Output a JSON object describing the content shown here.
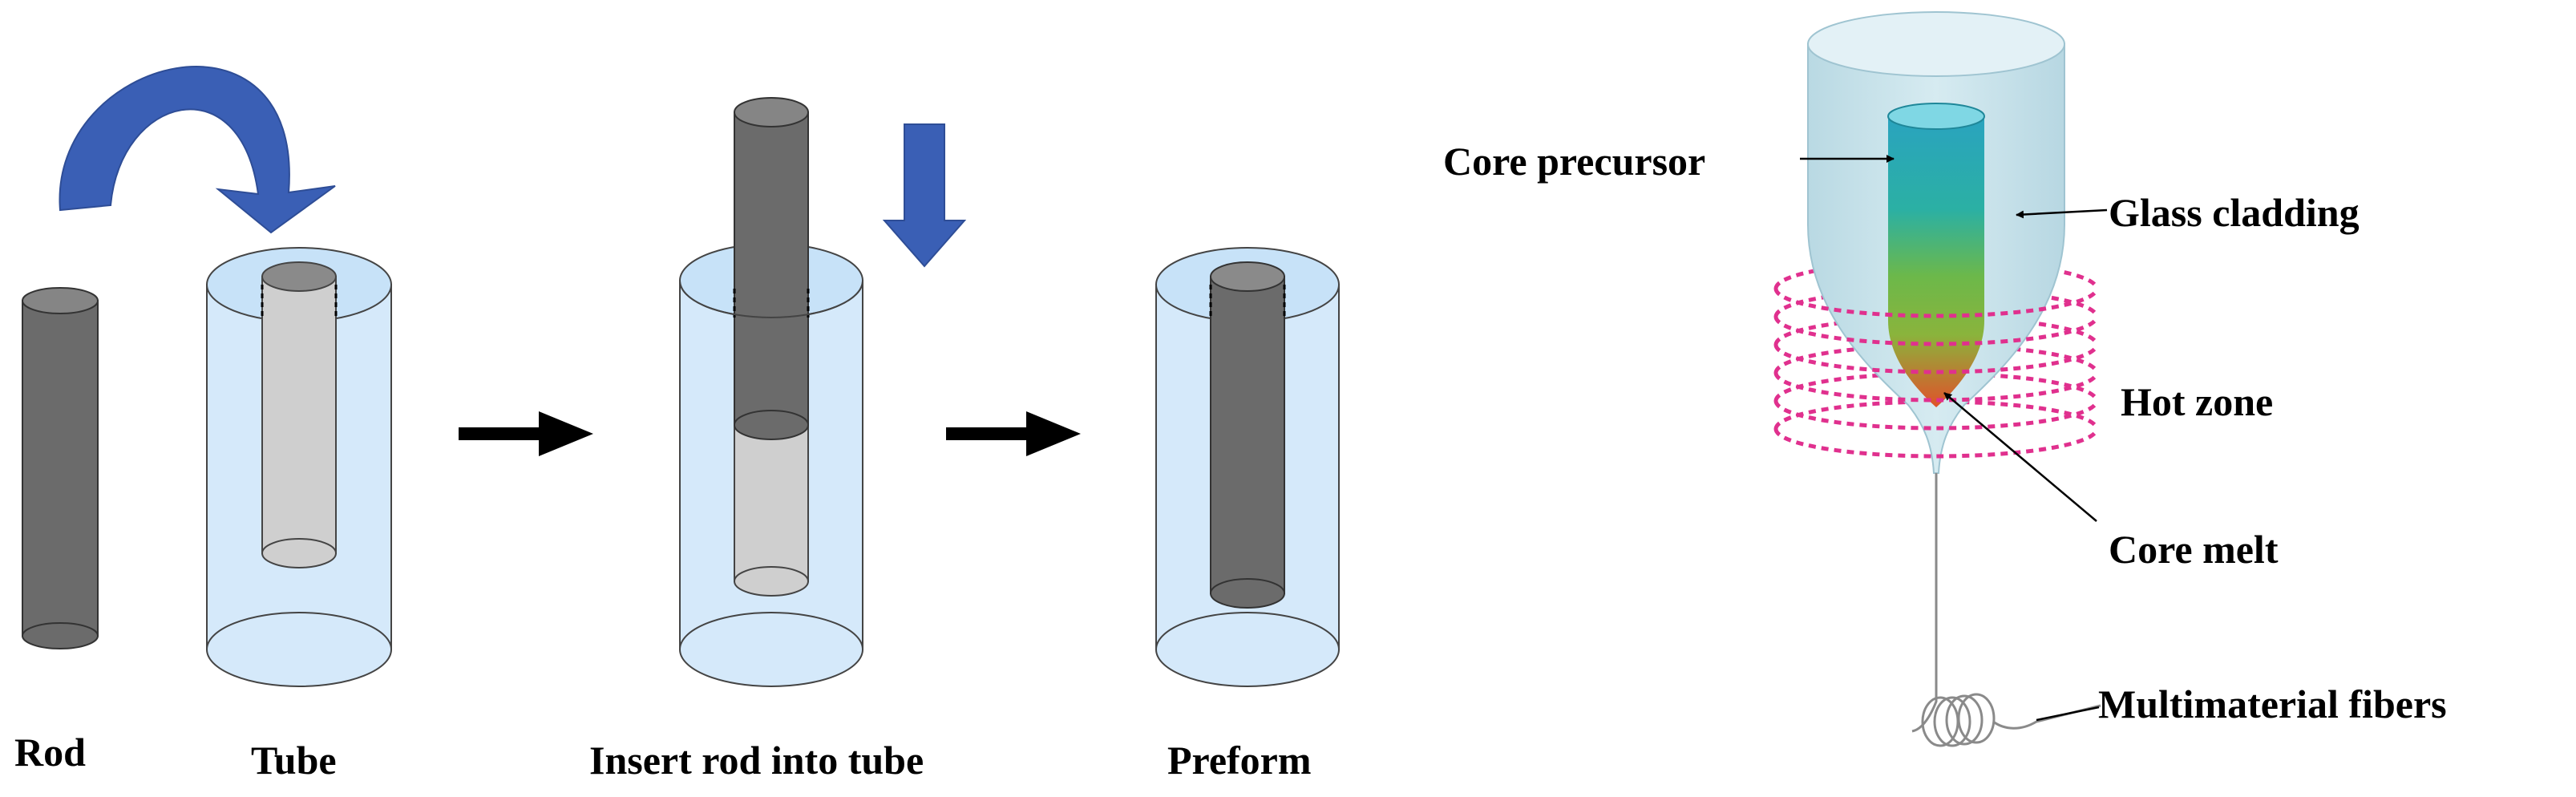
{
  "labels": {
    "rod": "Rod",
    "tube": "Tube",
    "insert": "Insert rod into tube",
    "preform": "Preform",
    "core_precursor": "Core precursor",
    "glass_cladding": "Glass cladding",
    "hot_zone": "Hot zone",
    "core_melt": "Core melt",
    "multimaterial_fibers": "Multimaterial fibers"
  },
  "colors": {
    "rod": "#6b6b6b",
    "rod_top": "#8c8c8c",
    "tube_fill": "#d5e9fa",
    "tube_rim": "#c7e2f8",
    "light_rod": "#cfcfcf",
    "blue_arrow": "#3a5fb5",
    "black_arrow": "#000000",
    "cladding": "#cfe6ee",
    "core_top": "#29a7b9",
    "core_mid": "#6fb94a",
    "core_bottom": "#d9532a",
    "hot_zone_ring": "#e0308e"
  },
  "icons": {
    "curved_arrow": "curved-arrow-icon",
    "down_arrow": "down-arrow-icon",
    "right_arrow": "right-arrow-icon"
  }
}
